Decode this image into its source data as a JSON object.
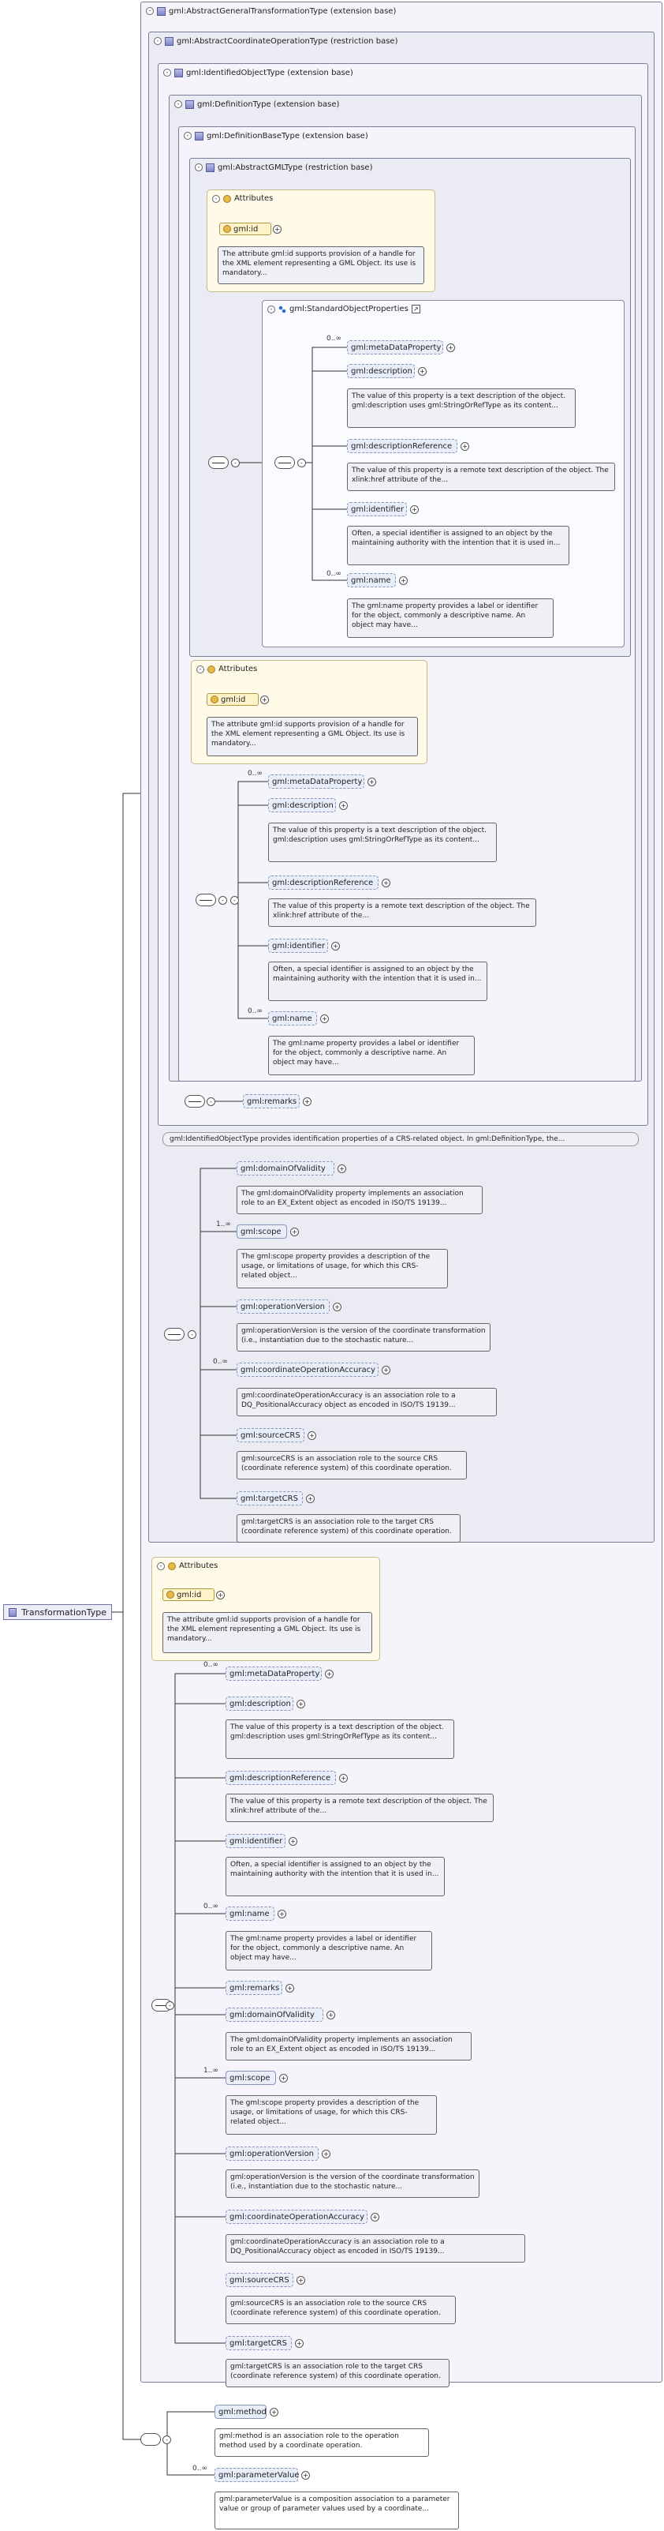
{
  "root": {
    "label": "TransformationType"
  },
  "types": {
    "general_transformation": "gml:AbstractGeneralTransformationType (extension base)",
    "coordinate_operation": "gml:AbstractCoordinateOperationType (restriction base)",
    "identified_object": "gml:IdentifiedObjectType (extension base)",
    "definition": "gml:DefinitionType (extension base)",
    "definition_base": "gml:DefinitionBaseType (extension base)",
    "abstract_gml": "gml:AbstractGMLType (restriction base)"
  },
  "attributes_label": "Attributes",
  "group_label": "gml:StandardObjectProperties",
  "gml_id": {
    "label": "gml:id",
    "doc": "The attribute gml:id supports provision of a handle for the XML element representing a GML Object. Its use is mandatory..."
  },
  "elements": {
    "metaDataProperty": {
      "label": "gml:metaDataProperty",
      "card": "0..∞"
    },
    "description": {
      "label": "gml:description",
      "doc": "The value of this property is a text description of the object. gml:description uses gml:StringOrRefType as its content..."
    },
    "descriptionReference": {
      "label": "gml:descriptionReference",
      "doc": "The value of this property is a remote text description of the object. The xlink:href attribute of the..."
    },
    "identifier": {
      "label": "gml:identifier",
      "doc": "Often, a special identifier is assigned to an object by the maintaining authority with the intention that it is used in..."
    },
    "name": {
      "label": "gml:name",
      "card": "0..∞",
      "doc": "The gml:name property provides a label or identifier for the object, commonly a descriptive name. An object may have..."
    },
    "remarks": {
      "label": "gml:remarks"
    },
    "domainOfValidity": {
      "label": "gml:domainOfValidity",
      "doc": "The gml:domainOfValidity property implements an association role to an EX_Extent object as encoded in ISO/TS 19139..."
    },
    "scope": {
      "label": "gml:scope",
      "card": "1..∞",
      "doc": "The gml:scope property provides a description of the usage, or limitations of usage, for which this CRS-related object..."
    },
    "operationVersion": {
      "label": "gml:operationVersion",
      "doc": "gml:operationVersion is the version of the coordinate transformation (i.e., instantiation due to the stochastic nature..."
    },
    "coordinateOperationAccuracy": {
      "label": "gml:coordinateOperationAccuracy",
      "card": "0..∞",
      "doc": "gml:coordinateOperationAccuracy is an association role to a DQ_PositionalAccuracy object as encoded in ISO/TS 19139..."
    },
    "sourceCRS": {
      "label": "gml:sourceCRS",
      "doc": "gml:sourceCRS is an association role to the source CRS (coordinate reference system) of this coordinate operation."
    },
    "targetCRS": {
      "label": "gml:targetCRS",
      "doc": "gml:targetCRS is an association role to the target CRS (coordinate reference system) of this coordinate operation."
    },
    "method": {
      "label": "gml:method",
      "doc": "gml:method is an association role to the operation method used by a coordinate operation."
    },
    "parameterValue": {
      "label": "gml:parameterValue",
      "card": "0..∞",
      "doc": "gml:parameterValue is a composition association to a parameter value or group of parameter values used by a coordinate..."
    }
  },
  "identified_doc": "gml:IdentifiedObjectType provides identification properties of a CRS-related object. In gml:DefinitionType, the..."
}
